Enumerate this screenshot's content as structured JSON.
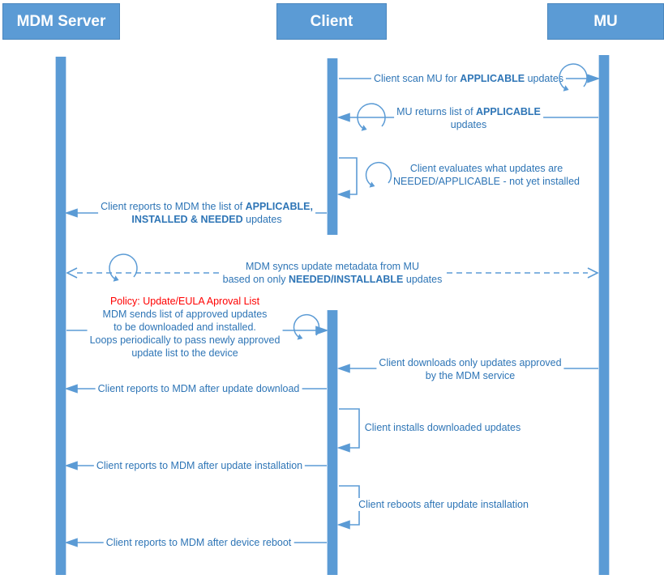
{
  "palette": {
    "accent": "#5b9bd5",
    "message_text": "#2e75b6",
    "policy_red": "#ff0000",
    "header_text": "#ffffff"
  },
  "participants": [
    {
      "name": "MDM Server"
    },
    {
      "name": "Client"
    },
    {
      "name": "MU"
    }
  ],
  "messages": {
    "m1": {
      "from": "Client",
      "to": "MU",
      "lines": [
        [
          {
            "t": "Client scan MU for "
          },
          {
            "t": "APPLICABLE",
            "b": 1
          },
          {
            "t": " updates"
          }
        ]
      ]
    },
    "m2": {
      "from": "MU",
      "to": "Client",
      "lines": [
        [
          {
            "t": "MU returns list of "
          },
          {
            "t": "APPLICABLE",
            "b": 1
          }
        ],
        [
          {
            "t": "updates"
          }
        ]
      ]
    },
    "m3": {
      "from": "Client",
      "to": "Client",
      "lines": [
        [
          {
            "t": "Client evaluates what updates are"
          }
        ],
        [
          {
            "t": "NEEDED/APPLICABLE - not yet installed"
          }
        ]
      ]
    },
    "m4": {
      "from": "Client",
      "to": "MDM Server",
      "lines": [
        [
          {
            "t": "Client reports to MDM the list of "
          },
          {
            "t": "APPLICABLE,",
            "b": 1
          }
        ],
        [
          {
            "t": "INSTALLED & NEEDED",
            "b": 1
          },
          {
            "t": " updates"
          }
        ]
      ]
    },
    "m5": {
      "from": "MDM Server",
      "to": "MU",
      "style": "dashed-bidirectional",
      "lines": [
        [
          {
            "t": "MDM syncs update metadata from MU"
          }
        ],
        [
          {
            "t": "based on only "
          },
          {
            "t": "NEEDED/INSTALLABLE",
            "b": 1
          },
          {
            "t": " updates"
          }
        ]
      ]
    },
    "m6": {
      "from": "MDM Server",
      "to": "Client",
      "lines": [
        [
          {
            "t": "Policy: Update/EULA Aproval List",
            "r": 1
          }
        ],
        [
          {
            "t": "MDM sends list of approved updates"
          }
        ],
        [
          {
            "t": "to be downloaded and installed."
          }
        ],
        [
          {
            "t": "Loops periodically to pass newly approved"
          }
        ],
        [
          {
            "t": "update list to the device"
          }
        ]
      ]
    },
    "m7": {
      "from": "MU",
      "to": "Client",
      "lines": [
        [
          {
            "t": "Client downloads only updates approved"
          }
        ],
        [
          {
            "t": "by the MDM service"
          }
        ]
      ]
    },
    "m8": {
      "from": "Client",
      "to": "MDM Server",
      "lines": [
        [
          {
            "t": "Client reports to MDM after update download"
          }
        ]
      ]
    },
    "m9": {
      "from": "Client",
      "to": "Client",
      "lines": [
        [
          {
            "t": "Client installs downloaded updates"
          }
        ]
      ]
    },
    "m10": {
      "from": "Client",
      "to": "MDM Server",
      "lines": [
        [
          {
            "t": "Client reports to MDM after update installation"
          }
        ]
      ]
    },
    "m11": {
      "from": "Client",
      "to": "Client",
      "lines": [
        [
          {
            "t": "Client reboots after update installation"
          }
        ]
      ]
    },
    "m12": {
      "from": "Client",
      "to": "MDM Server",
      "lines": [
        [
          {
            "t": "Client reports to MDM after device reboot"
          }
        ]
      ]
    }
  }
}
